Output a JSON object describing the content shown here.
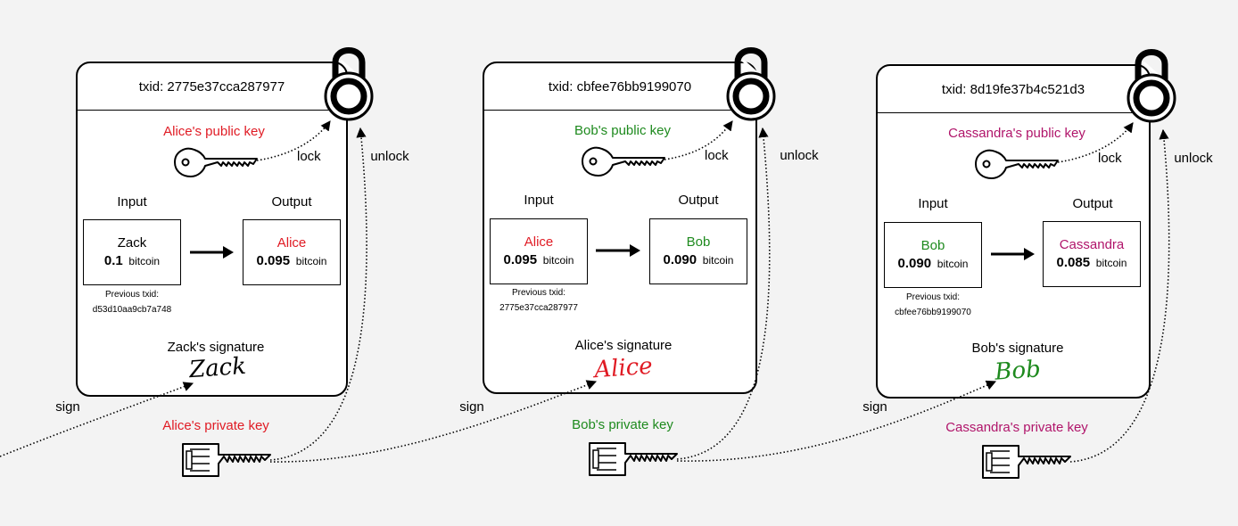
{
  "colors": {
    "alice": "#e01b24",
    "bob": "#1e8a1e",
    "cassandra": "#b0146a",
    "zack": "#000000"
  },
  "transactions": [
    {
      "txid": "txid: 2775e37cca287977",
      "public_key_label": "Alice's public key",
      "lock_label": "lock",
      "unlock_label": "unlock",
      "input_header": "Input",
      "output_header": "Output",
      "input": {
        "name": "Zack",
        "amount": "0.1",
        "unit": "bitcoin",
        "color": "#000000"
      },
      "output": {
        "name": "Alice",
        "amount": "0.095",
        "unit": "bitcoin",
        "color": "#e01b24"
      },
      "prev_label": "Previous txid:",
      "prev_txid": "d53d10aa9cb7a748",
      "signature_label": "Zack's signature",
      "signature": "Zack",
      "signature_color": "#000000",
      "sign_label": "sign",
      "private_key_label": "Alice's private key",
      "owner_color": "#e01b24"
    },
    {
      "txid": "txid: cbfee76bb9199070",
      "public_key_label": "Bob's public key",
      "lock_label": "lock",
      "unlock_label": "unlock",
      "input_header": "Input",
      "output_header": "Output",
      "input": {
        "name": "Alice",
        "amount": "0.095",
        "unit": "bitcoin",
        "color": "#e01b24"
      },
      "output": {
        "name": "Bob",
        "amount": "0.090",
        "unit": "bitcoin",
        "color": "#1e8a1e"
      },
      "prev_label": "Previous txid:",
      "prev_txid": "2775e37cca287977",
      "signature_label": "Alice's signature",
      "signature": "Alice",
      "signature_color": "#e01b24",
      "sign_label": "sign",
      "private_key_label": "Bob's private key",
      "owner_color": "#1e8a1e"
    },
    {
      "txid": "txid: 8d19fe37b4c521d3",
      "public_key_label": "Cassandra's public key",
      "lock_label": "lock",
      "unlock_label": "unlock",
      "input_header": "Input",
      "output_header": "Output",
      "input": {
        "name": "Bob",
        "amount": "0.090",
        "unit": "bitcoin",
        "color": "#1e8a1e"
      },
      "output": {
        "name": "Cassandra",
        "amount": "0.085",
        "unit": "bitcoin",
        "color": "#b0146a"
      },
      "prev_label": "Previous txid:",
      "prev_txid": "cbfee76bb9199070",
      "signature_label": "Bob's signature",
      "signature": "Bob",
      "signature_color": "#1e8a1e",
      "sign_label": "sign",
      "private_key_label": "Cassandra's private key",
      "owner_color": "#b0146a"
    }
  ],
  "icons": [
    "padlock-icon",
    "public-key-icon",
    "private-key-icon",
    "arrow-right-icon"
  ]
}
